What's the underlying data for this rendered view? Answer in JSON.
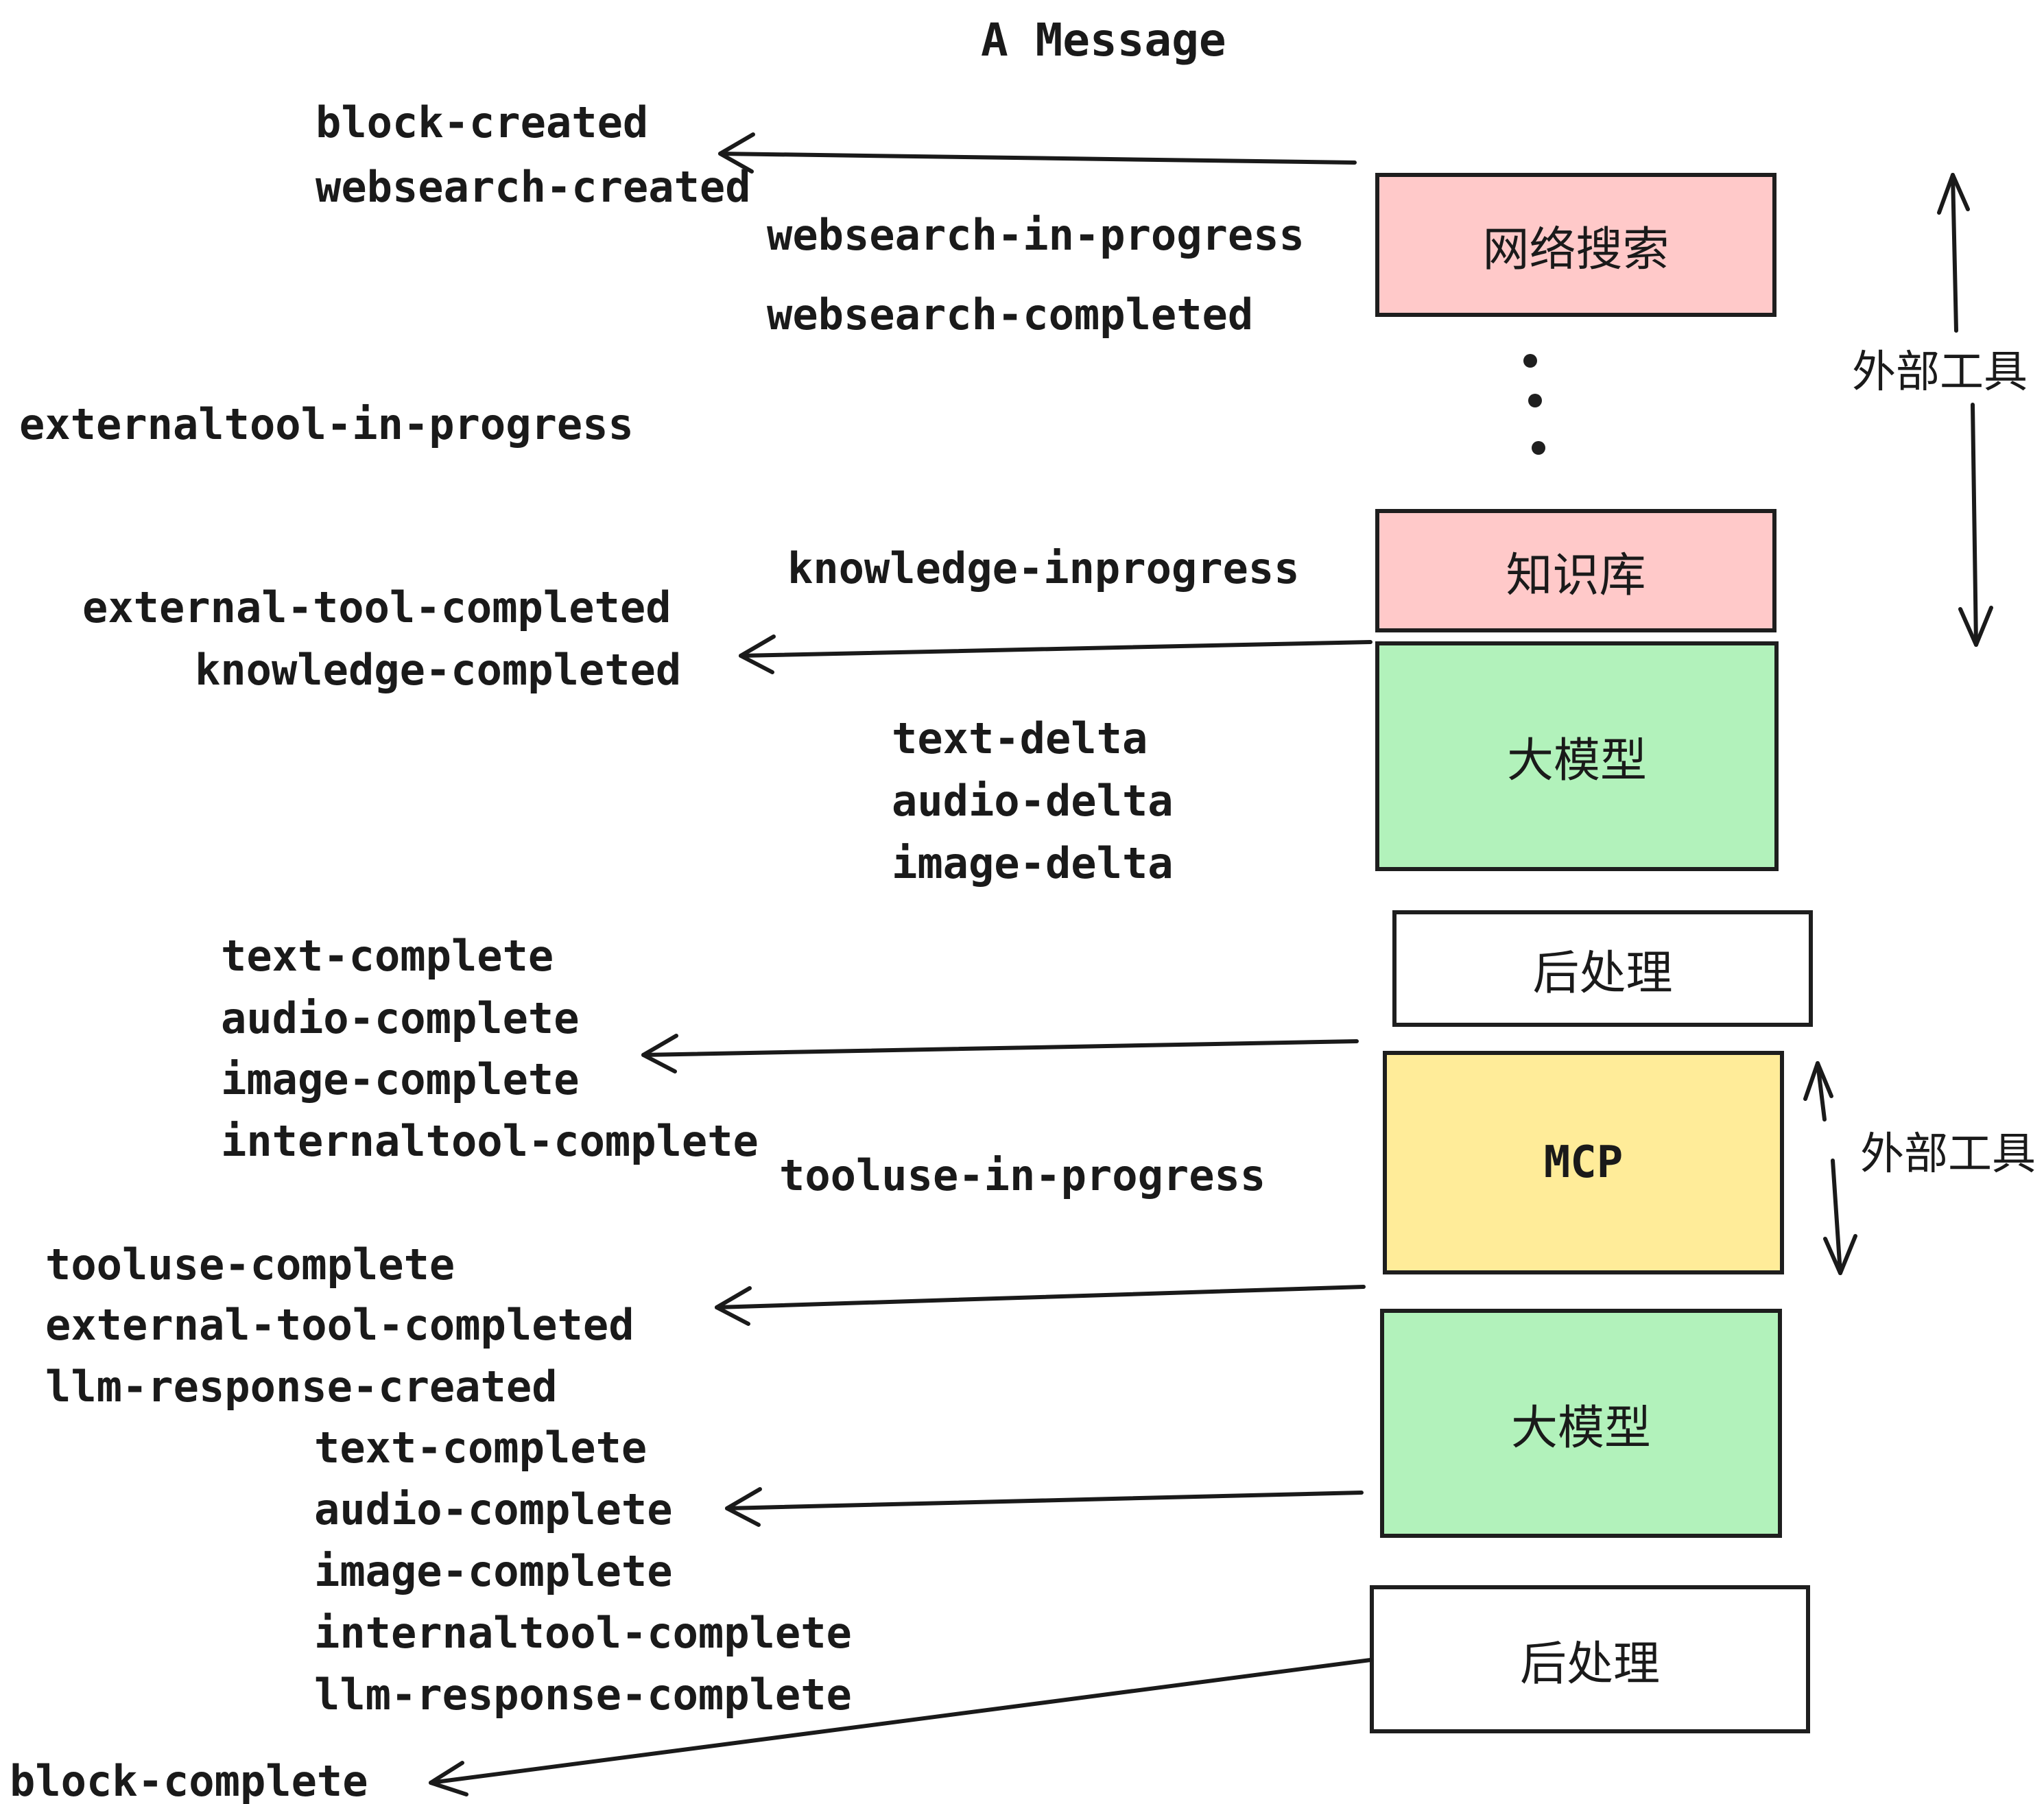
{
  "title": "A Message",
  "events": {
    "block_created": "block-created",
    "websearch_created": "websearch-created",
    "websearch_in_progress": "websearch-in-progress",
    "websearch_completed": "websearch-completed",
    "externaltool_in_progress": "externaltool-in-progress",
    "knowledge_inprogress": "knowledge-inprogress",
    "external_tool_completed": "external-tool-completed",
    "knowledge_completed": "knowledge-completed",
    "text_delta": "text-delta",
    "audio_delta": "audio-delta",
    "image_delta": "image-delta",
    "text_complete": "text-complete",
    "audio_complete": "audio-complete",
    "image_complete": "image-complete",
    "internaltool_complete": "internaltool-complete",
    "tooluse_in_progress": "tooluse-in-progress",
    "tooluse_complete": "tooluse-complete",
    "llm_response_created": "llm-response-created",
    "llm_response_complete": "llm-response-complete",
    "block_complete": "block-complete"
  },
  "boxes": [
    {
      "id": "websearch",
      "label": "网络搜索",
      "color": "#ffc9c9"
    },
    {
      "id": "knowledge",
      "label": "知识库",
      "color": "#ffc9c9"
    },
    {
      "id": "llm-1",
      "label": "大模型",
      "color": "#b2f2bb"
    },
    {
      "id": "postprocess-1",
      "label": "后处理",
      "color": "#ffffff"
    },
    {
      "id": "mcp",
      "label": "MCP",
      "color": "#ffec99"
    },
    {
      "id": "llm-2",
      "label": "大模型",
      "color": "#b2f2bb"
    },
    {
      "id": "postprocess-2",
      "label": "后处理",
      "color": "#ffffff"
    }
  ],
  "side_labels": {
    "external_tools_top": "外部工具",
    "external_tools_bottom": "外部工具"
  },
  "colors": {
    "ink": "#1a1a1a",
    "box_pink": "#ffc9c9",
    "box_green": "#b2f2bb",
    "box_yellow": "#ffec99",
    "box_white": "#ffffff",
    "background": "#ffffff"
  }
}
